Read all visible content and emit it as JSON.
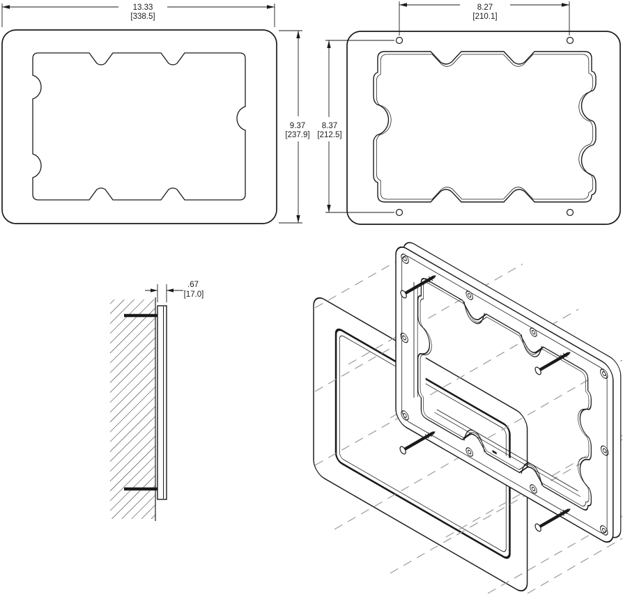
{
  "views": {
    "front": {
      "width": {
        "inches": "13.33",
        "mm": "[338.5]"
      },
      "height": {
        "inches": "9.37",
        "mm": "[237.9]"
      }
    },
    "back": {
      "hole_spacing_width": {
        "inches": "8.27",
        "mm": "[210.1]"
      },
      "hole_spacing_height": {
        "inches": "8.37",
        "mm": "[212.5]"
      }
    },
    "side": {
      "depth": {
        "inches": ".67",
        "mm": "[17.0]"
      }
    }
  },
  "colors": {
    "line": "#1a1a1a",
    "dash": "#9a9a9a",
    "background": "#ffffff"
  }
}
